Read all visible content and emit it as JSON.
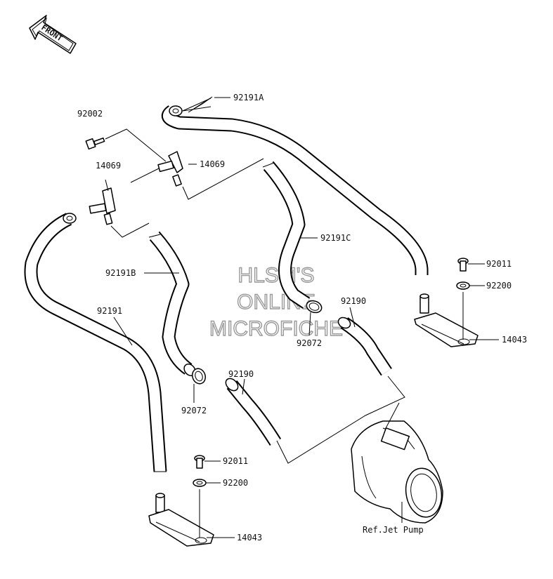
{
  "front_badge": {
    "text": "FRONT"
  },
  "watermark": {
    "lines": [
      "HLSM'S",
      "ONLINE",
      "MICROFICHE"
    ]
  },
  "labels": {
    "p92191A": "92191A",
    "p92002": "92002",
    "p14069_upper": "14069",
    "p14069_left": "14069",
    "p92191C": "92191C",
    "p92191B": "92191B",
    "p92191": "92191",
    "p92190_right": "92190",
    "p92072_right": "92072",
    "p92011_right": "92011",
    "p92200_right": "92200",
    "p14043_right": "14043",
    "p92190_center": "92190",
    "p92072_left": "92072",
    "p92011_bottom": "92011",
    "p92200_bottom": "92200",
    "p14043_bottom": "14043",
    "ref_jet_pump": "Ref.Jet Pump"
  }
}
